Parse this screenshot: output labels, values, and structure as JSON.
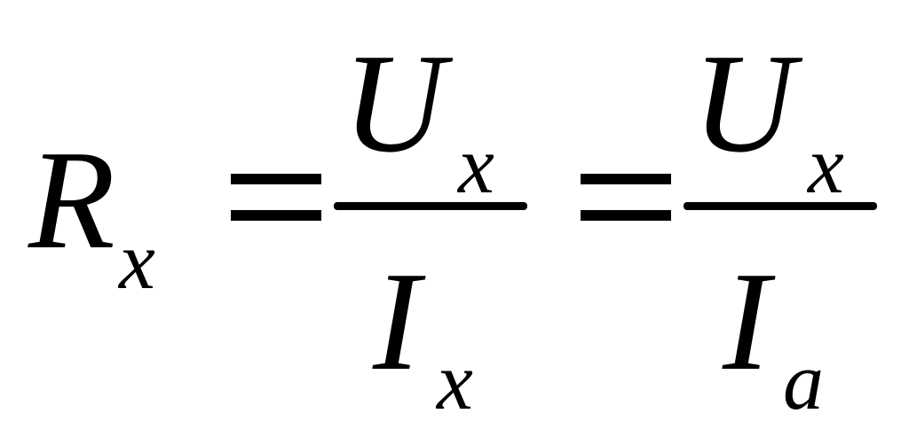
{
  "formula": {
    "lhs": {
      "symbol": "R",
      "subscript": "x"
    },
    "equals": "=",
    "fraction1": {
      "numerator": {
        "symbol": "U",
        "subscript": "x"
      },
      "denominator": {
        "symbol": "I",
        "subscript": "x"
      }
    },
    "fraction2": {
      "numerator": {
        "symbol": "U",
        "subscript": "x"
      },
      "denominator": {
        "symbol": "I",
        "subscript": "a"
      }
    }
  }
}
